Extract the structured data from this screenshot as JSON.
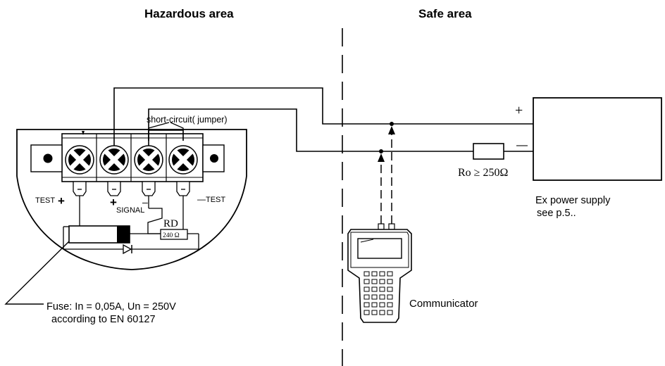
{
  "headings": {
    "hazardous": "Hazardous area",
    "safe": "Safe area"
  },
  "labels": {
    "jumper": "short-circuit( jumper)",
    "test_left": "TEST",
    "test_right": "TEST",
    "plus_left": "+",
    "plus_signal": "+",
    "signal": "SIGNAL",
    "minus_signal": "–",
    "minus_right": "—",
    "rd": "RD",
    "rd_value": "240 Ω",
    "supply_plus": "+",
    "supply_minus": "—",
    "ro": "Ro ≥ 250Ω",
    "supply_line1": "Ex power supply",
    "supply_line2": "see p.5..",
    "communicator": "Communicator",
    "fuse_line1": "Fuse: In = 0,05A, Un = 250V",
    "fuse_line2": "according to EN 60127"
  }
}
